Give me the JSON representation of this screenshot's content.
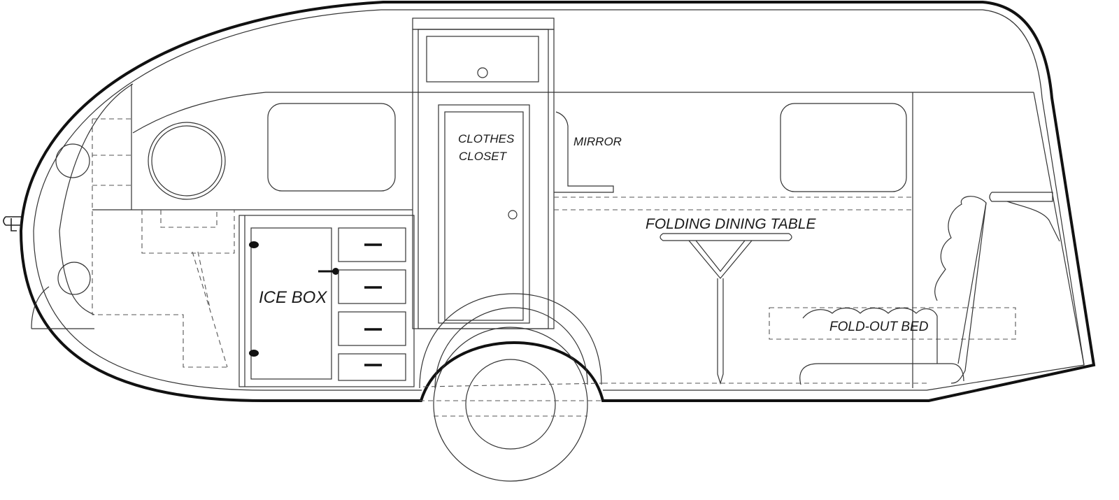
{
  "labels": {
    "clothes_closet_line1": "CLOTHES",
    "clothes_closet_line2": "CLOSET",
    "mirror": "MIRROR",
    "folding_dining_table": "FOLDING DINING TABLE",
    "ice_box": "ICE BOX",
    "fold_out_bed": "FOLD-OUT BED"
  },
  "colors": {
    "outline": "#111111",
    "background": "#ffffff"
  }
}
